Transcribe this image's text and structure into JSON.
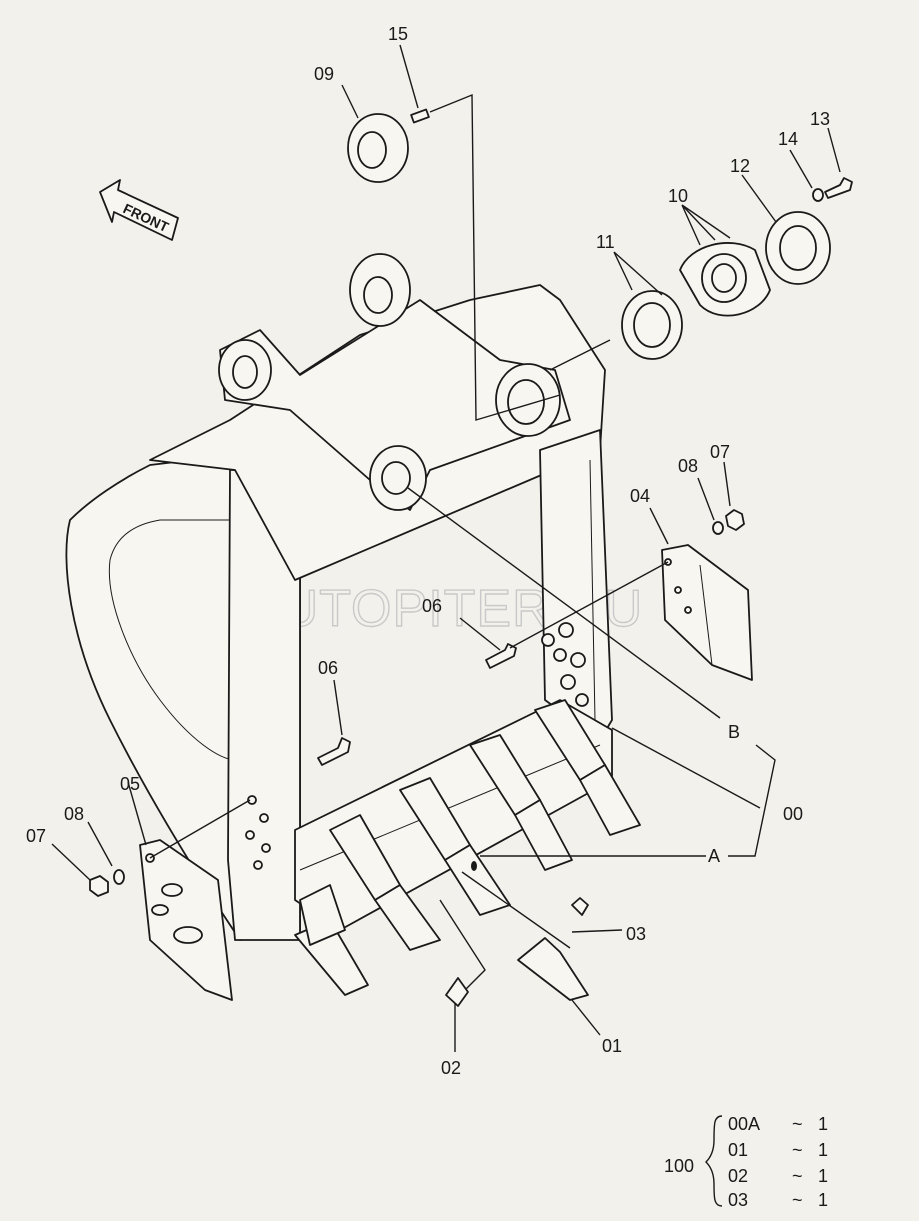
{
  "labels": {
    "p00": "00",
    "p01": "01",
    "p02": "02",
    "p03": "03",
    "p04": "04",
    "p05": "05",
    "p06a": "06",
    "p06b": "06",
    "p07a": "07",
    "p07b": "07",
    "p08a": "08",
    "p08b": "08",
    "p09": "09",
    "p10": "10",
    "p11": "11",
    "p12": "12",
    "p13": "13",
    "p14": "14",
    "p15": "15",
    "refA": "A",
    "refB": "B"
  },
  "front_arrow": "FRONT",
  "watermark": "AUTOPITER.RU",
  "kit": {
    "number": "100",
    "rows": [
      {
        "part": "00A",
        "tilde": "~",
        "qty": "1"
      },
      {
        "part": "01",
        "tilde": "~",
        "qty": "1"
      },
      {
        "part": "02",
        "tilde": "~",
        "qty": "1"
      },
      {
        "part": "03",
        "tilde": "~",
        "qty": "1"
      }
    ]
  }
}
